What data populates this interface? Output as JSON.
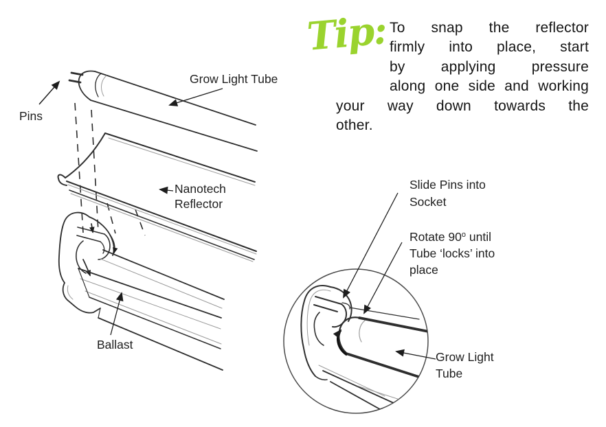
{
  "tip": {
    "script_label": "Tip:",
    "accent_color": "#9AD32E",
    "lines": [
      "To snap the reflector",
      "firmly into place, start",
      "by applying pressure",
      "along one side and working",
      "your way down towards the",
      "other."
    ]
  },
  "left_diagram": {
    "labels": {
      "pins": "Pins",
      "grow_light_tube": "Grow Light Tube",
      "reflector_line1": "Nanotech",
      "reflector_line2": "Reflector",
      "ballast": "Ballast"
    }
  },
  "right_diagram": {
    "labels": {
      "slide_line1": "Slide Pins into",
      "slide_line2": "Socket",
      "rotate_part1": "Rotate 90",
      "rotate_sup": "o",
      "rotate_part2": " until",
      "rotate_line2": "Tube ‘locks’ into",
      "rotate_line3": "place",
      "tube_line1": "Grow Light",
      "tube_line2": "Tube"
    }
  }
}
